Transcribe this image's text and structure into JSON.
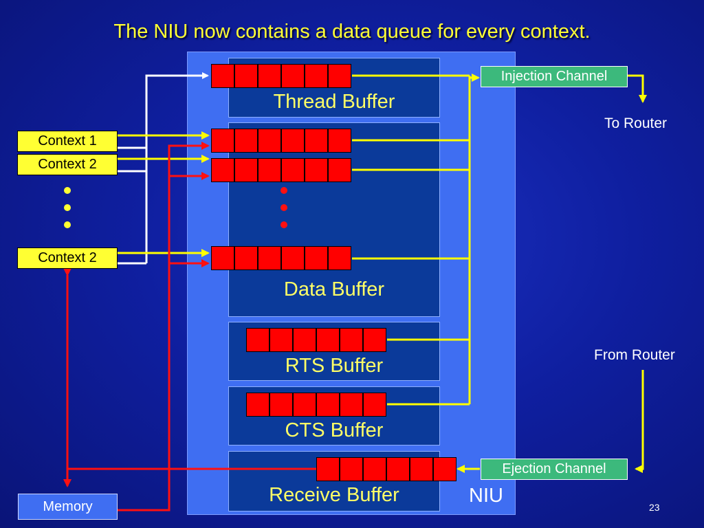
{
  "slide": {
    "title": "The NIU now contains a data queue for every context.",
    "page_number": "23"
  },
  "niu": {
    "label": "NIU"
  },
  "buffers": {
    "thread": "Thread Buffer",
    "data": "Data Buffer",
    "rts": "RTS Buffer",
    "cts": "CTS Buffer",
    "receive": "Receive Buffer"
  },
  "contexts": [
    "Context 1",
    "Context 2",
    "Context 2"
  ],
  "channels": {
    "injection": "Injection Channel",
    "ejection": "Ejection Channel"
  },
  "labels": {
    "to_router": "To Router",
    "from_router": "From Router",
    "memory": "Memory"
  },
  "colors": {
    "queue_cell": "#ff0000",
    "context_box": "#ffff33",
    "channel_box": "#3cb97c",
    "yellow_wire": "#ffff00",
    "red_wire": "#ff1010",
    "white_wire": "#ffffff"
  }
}
